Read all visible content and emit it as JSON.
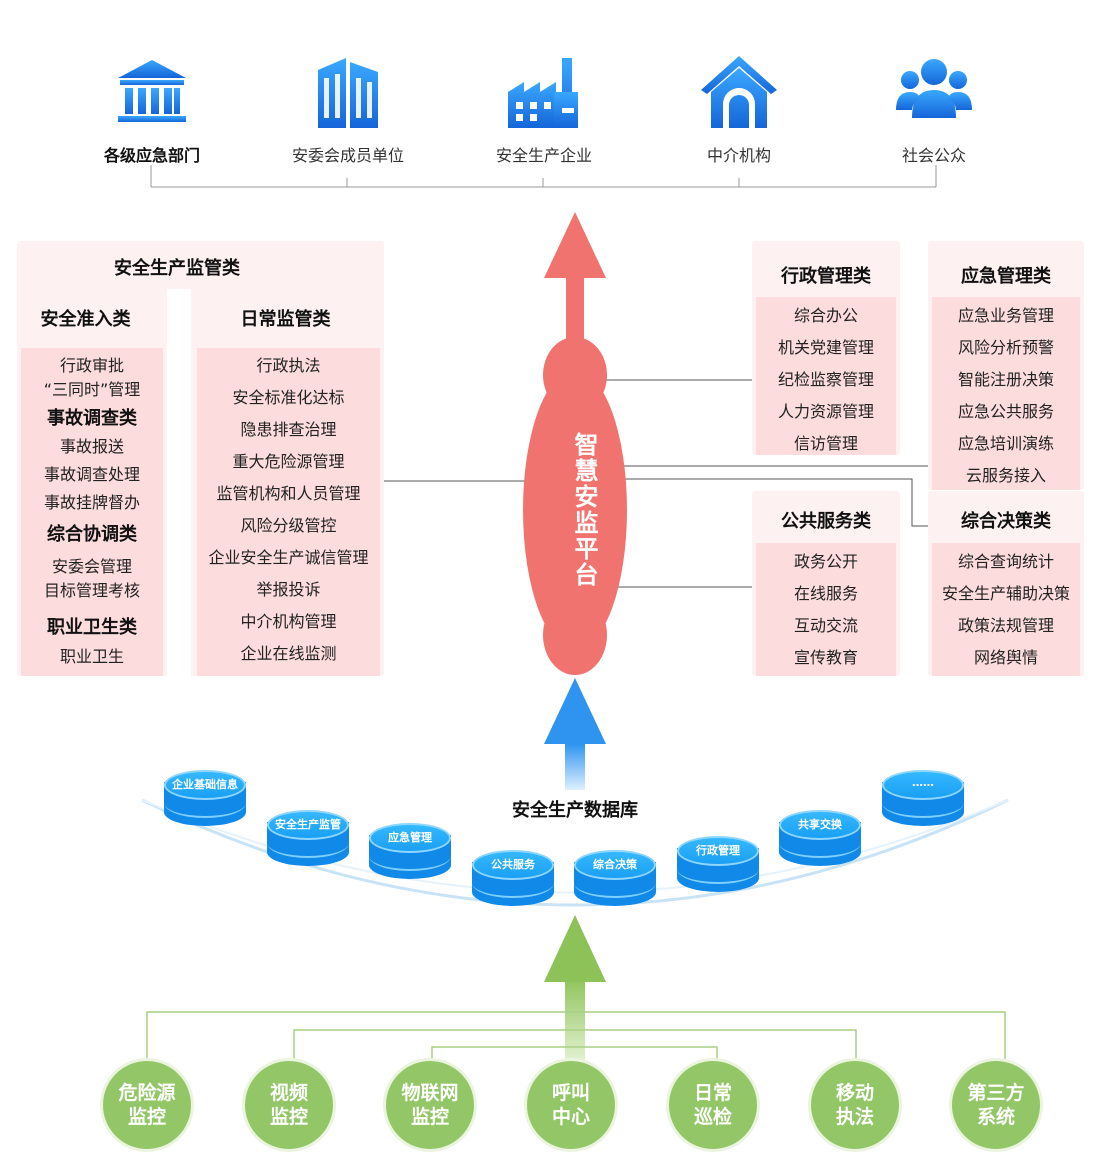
{
  "stakeholders": [
    {
      "label": "各级应急部门",
      "icon": "government-building-icon"
    },
    {
      "label": "安委会成员单位",
      "icon": "office-tower-icon"
    },
    {
      "label": "安全生产企业",
      "icon": "factory-icon"
    },
    {
      "label": "中介机构",
      "icon": "house-arch-icon"
    },
    {
      "label": "社会公众",
      "icon": "people-group-icon"
    }
  ],
  "platform": {
    "label": "智慧安监平台"
  },
  "supervision": {
    "title": "安全生产监管类",
    "access": {
      "title": "安全准入类",
      "rows": [
        {
          "text": "行政审批",
          "bold": false
        },
        {
          "text": "“三同时”管理",
          "bold": false
        },
        {
          "text": "事故调查类",
          "bold": true
        },
        {
          "text": "事故报送",
          "bold": false
        },
        {
          "text": "事故调查处理",
          "bold": false
        },
        {
          "text": "事故挂牌督办",
          "bold": false
        },
        {
          "text": "综合协调类",
          "bold": true
        },
        {
          "text": "安委会管理",
          "bold": false
        },
        {
          "text": "目标管理考核",
          "bold": false
        },
        {
          "text": "职业卫生类",
          "bold": true
        },
        {
          "text": "职业卫生",
          "bold": false
        }
      ]
    },
    "daily": {
      "title": "日常监管类",
      "items": [
        "行政执法",
        "安全标准化达标",
        "隐患排查治理",
        "重大危险源管理",
        "监管机构和人员管理",
        "风险分级管控",
        "企业安全生产诚信管理",
        "举报投诉",
        "中介机构管理",
        "企业在线监测"
      ]
    }
  },
  "admin": {
    "title": "行政管理类",
    "items": [
      "综合办公",
      "机关党建管理",
      "纪检监察管理",
      "人力资源管理",
      "信访管理"
    ]
  },
  "emergency": {
    "title": "应急管理类",
    "items": [
      "应急业务管理",
      "风险分析预警",
      "智能注册决策",
      "应急公共服务",
      "应急培训演练",
      "云服务接入"
    ]
  },
  "public_service": {
    "title": "公共服务类",
    "items": [
      "政务公开",
      "在线服务",
      "互动交流",
      "宣传教育"
    ]
  },
  "decision": {
    "title": "综合决策类",
    "items": [
      "综合查询统计",
      "安全生产辅助决策",
      "政策法规管理",
      "网络舆情"
    ]
  },
  "database": {
    "title": "安全生产数据库",
    "items": [
      "企业基础信息",
      "安全生产监管",
      "应急管理",
      "公共服务",
      "综合决策",
      "行政管理",
      "共享交换",
      "……"
    ]
  },
  "sources": [
    "危险源\n监控",
    "视频\n监控",
    "物联网\n监控",
    "呼叫\n中心",
    "日常\n巡检",
    "移动\n执法",
    "第三方\n系统"
  ],
  "colors": {
    "platform": "#f07370",
    "up_arrow": "#f07370",
    "db_arrow": "#2f93f0",
    "source_arrow": "#a3cf6e",
    "circle": "#93c667"
  }
}
